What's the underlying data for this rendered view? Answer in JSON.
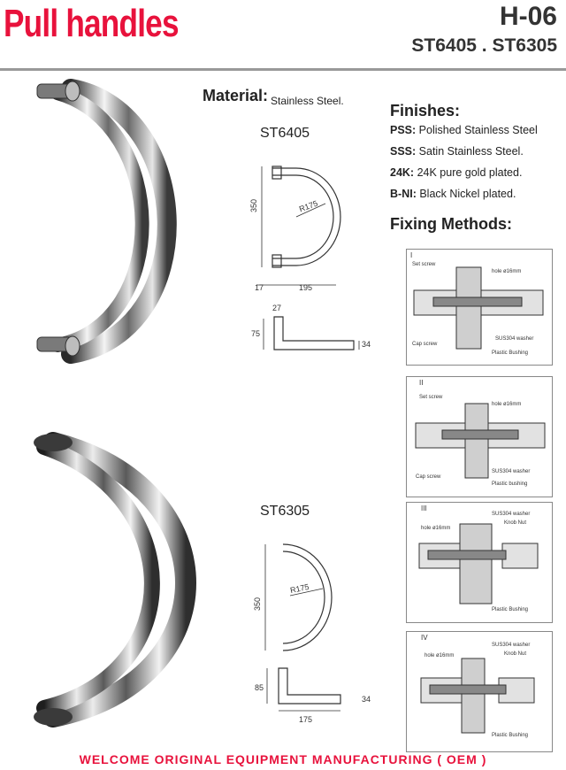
{
  "header": {
    "title": "Pull handles",
    "code": "H-06",
    "models": "ST6405 . ST6305"
  },
  "material": {
    "label": "Material:",
    "value": "Stainless Steel."
  },
  "finishes": {
    "heading": "Finishes:",
    "items": [
      {
        "code": "PSS:",
        "text": "Polished Stainless Steel"
      },
      {
        "code": "SSS:",
        "text": "Satin Stainless Steel."
      },
      {
        "code": "24K:",
        "text": "24K pure gold plated."
      },
      {
        "code": "B-NI:",
        "text": "Black Nickel plated."
      }
    ]
  },
  "fixing": {
    "heading": "Fixing Methods:",
    "methods": [
      {
        "numeral": "I",
        "labels": [
          "Set screw",
          "hole ø16mm",
          "SUS304 washer",
          "Cap screw",
          "Plastic Bushing"
        ]
      },
      {
        "numeral": "II",
        "labels": [
          "Set screw",
          "hole ø16mm",
          "SUS304 washer",
          "Cap screw",
          "Plastic bushing"
        ]
      },
      {
        "numeral": "III",
        "labels": [
          "SUS304 washer",
          "hole ø16mm",
          "Knob Nut",
          "Plastic Bushing"
        ]
      },
      {
        "numeral": "IV",
        "labels": [
          "SUS304 washer",
          "hole ø16mm",
          "Knob Nut",
          "Plastic Bushing"
        ]
      }
    ]
  },
  "models": {
    "st6405": {
      "name": "ST6405",
      "dims": {
        "height": "350",
        "radius": "R175",
        "width": "195",
        "offset": "17",
        "top": "27",
        "side": "75",
        "depth": "34"
      }
    },
    "st6305": {
      "name": "ST6305",
      "dims": {
        "height": "350",
        "radius": "R175",
        "width": "175",
        "side": "85",
        "depth": "34"
      }
    }
  },
  "footer": {
    "text": "WELCOME ORIGINAL EQUIPMENT MANUFACTURING ( OEM )"
  },
  "colors": {
    "accent": "#e8123c"
  }
}
